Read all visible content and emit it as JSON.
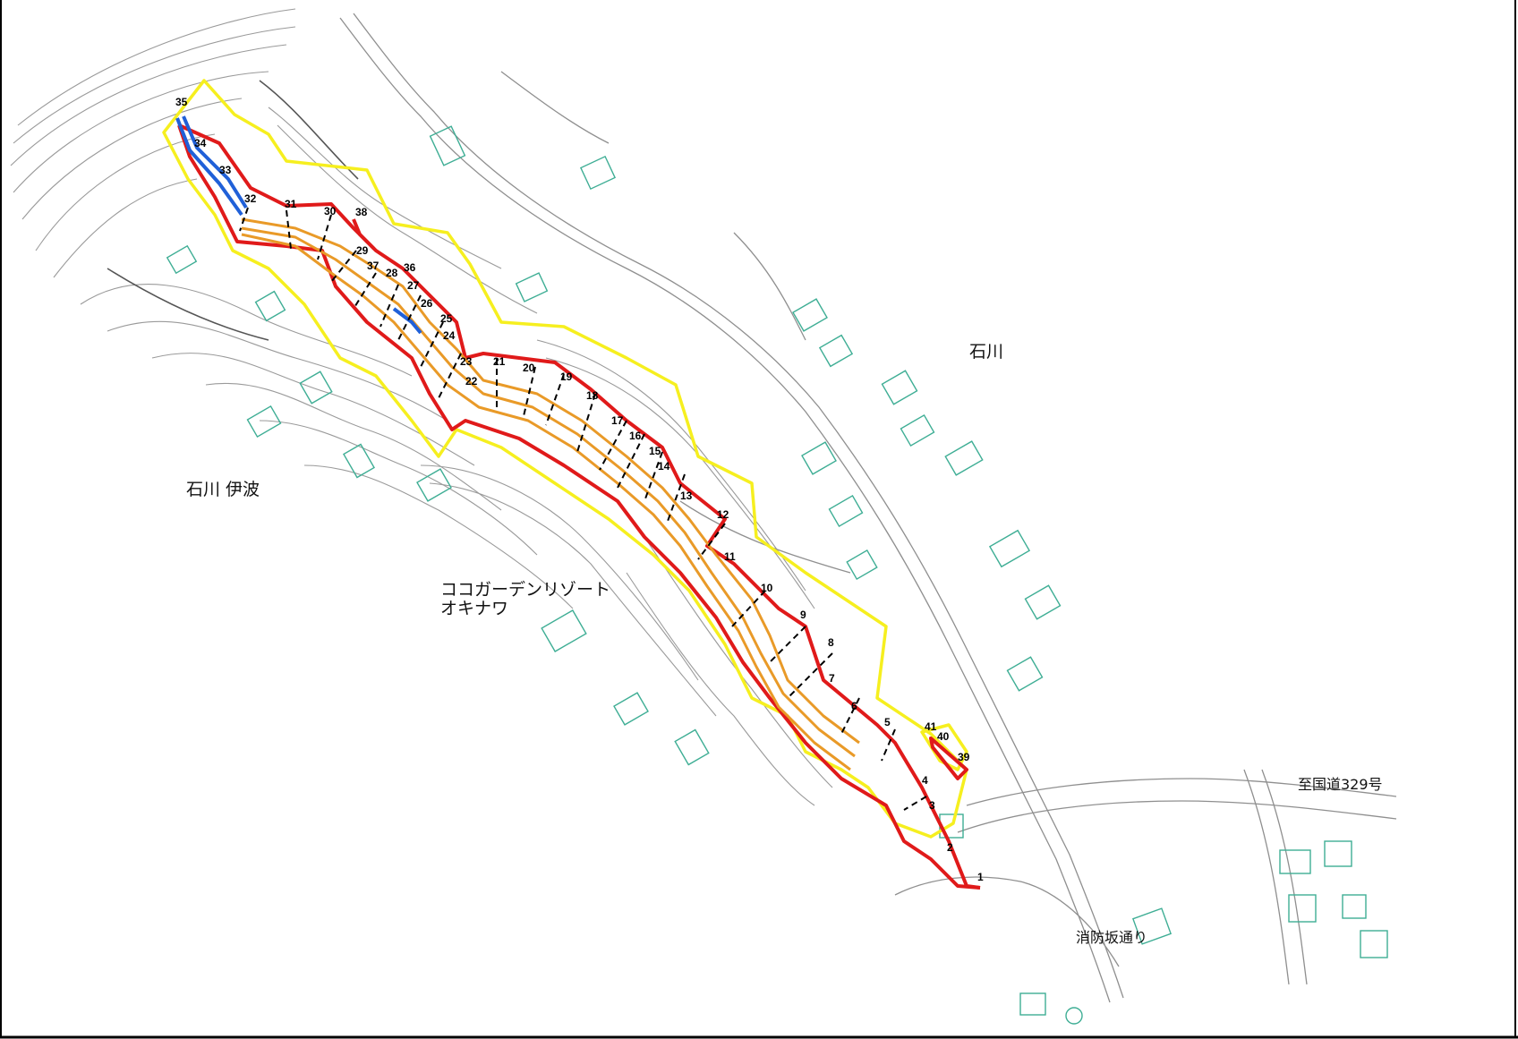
{
  "map": {
    "place_labels": {
      "ishikawa": "石川",
      "ishikawa_iha": "石川 伊波",
      "resort_line1": "ココガーデンリゾート",
      "resort_line2": "オキナワ",
      "to_route": "至国道329号",
      "fire_slope": "消防坂通り"
    },
    "section_numbers": [
      "1",
      "2",
      "3",
      "4",
      "5",
      "6",
      "7",
      "8",
      "9",
      "10",
      "11",
      "12",
      "13",
      "14",
      "15",
      "16",
      "17",
      "18",
      "19",
      "20",
      "21",
      "22",
      "23",
      "24",
      "25",
      "26",
      "27",
      "28",
      "29",
      "30",
      "31",
      "32",
      "33",
      "34",
      "35",
      "36",
      "37",
      "38",
      "39",
      "40",
      "41"
    ],
    "colors": {
      "boundary_yellow": "#f6ef1f",
      "channel_red": "#e01a1a",
      "channel_orange": "#e99a28",
      "channel_blue": "#2060d8",
      "buildings": "#3fae95",
      "contours": "#9a9a9a"
    }
  }
}
